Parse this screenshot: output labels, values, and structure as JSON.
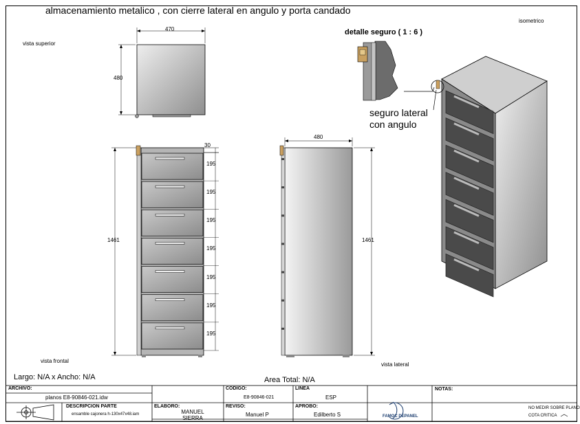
{
  "title": "almacenamiento metalico , con cierre lateral en angulo y porta candado",
  "views": {
    "top": "vista superior",
    "front": "vista frontal",
    "side": "vista lateral",
    "iso": "isometrico",
    "detail": "detalle seguro ( 1 : 6 )",
    "callout_line1": "seguro lateral",
    "callout_line2": "con angulo"
  },
  "dimensions": {
    "top_width": "470",
    "top_depth": "480",
    "front_height": "1461",
    "front_small": "30",
    "drawer_height": "195",
    "side_depth": "480",
    "side_height": "1461"
  },
  "drawers": [
    {
      "label": "195"
    },
    {
      "label": "195"
    },
    {
      "label": "195"
    },
    {
      "label": "195"
    },
    {
      "label": "195"
    },
    {
      "label": "195"
    },
    {
      "label": "195"
    }
  ],
  "footer": {
    "size": "Largo: N/A x Ancho: N/A",
    "area": "Area Total: N/A"
  },
  "title_block": {
    "archivo_label": "ARCHIVO:",
    "archivo_value": "planos E8-90846-021.idw",
    "descripcion_label": "DESCRIPCION PARTE",
    "descripcion_value": "ensamble cajonera h-130x47x48.iam",
    "codigo_label": "CODIGO:",
    "codigo_value": "E8-90846-021",
    "linea_label": "LINEA",
    "linea_value": "ESP",
    "elaboro_label": "ELABORO:",
    "elaboro_value": "MANUEL SIERRA",
    "reviso_label": "REVISO:",
    "reviso_value": "Manuel P",
    "aprobo_label": "APROBO:",
    "aprobo_value": "Edilberto S",
    "company": "FAMOC DEPANEL",
    "notas_label": "NOTAS:",
    "note1": "NO MEDIR SOBRE PLANO",
    "note2": "COTA CRITICA"
  },
  "colors": {
    "panel_gray": "#a8a8a8",
    "drawer_dark": "#4a4a4a",
    "line": "#000000"
  }
}
